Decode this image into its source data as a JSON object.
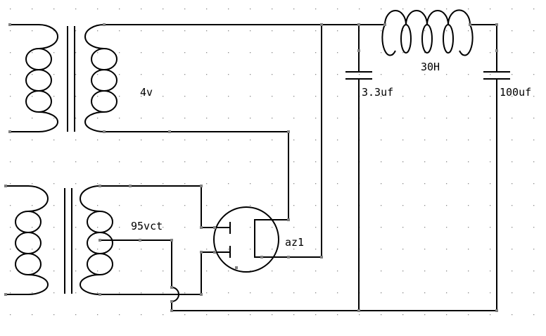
{
  "colors": {
    "wire": "#000000",
    "node": "#808080",
    "grid": "#8a8a8a",
    "background": "#ffffff"
  },
  "labels": {
    "filament_winding": "4v",
    "hv_winding": "95vct",
    "rectifier_tube": "az1",
    "inductor": "30H",
    "input_capacitor": "3.3uf",
    "output_capacitor": "100uf"
  }
}
